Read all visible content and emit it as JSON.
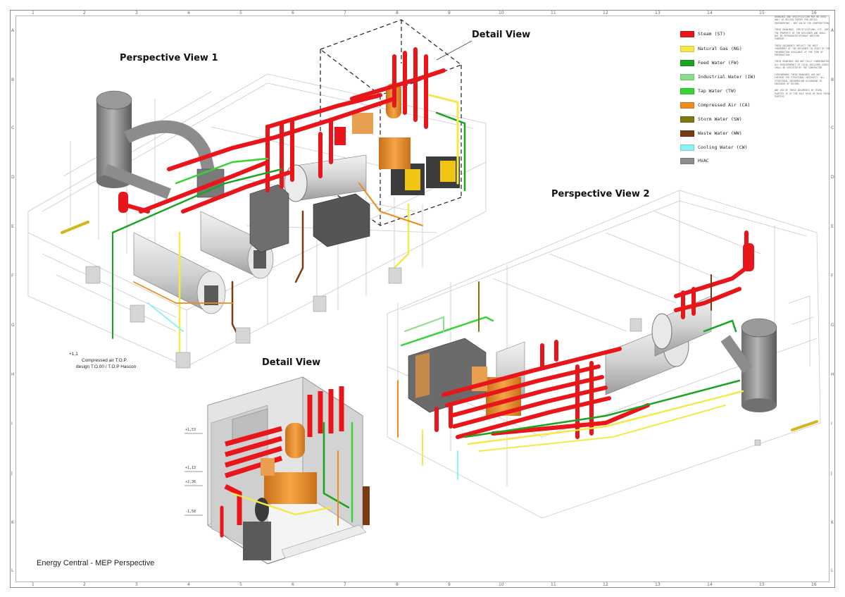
{
  "sheet": {
    "project_title": "Energy Central - MEP Perspective",
    "grid_columns": [
      "1",
      "2",
      "3",
      "4",
      "5",
      "6",
      "7",
      "8",
      "9",
      "10",
      "11",
      "12",
      "13",
      "14",
      "15",
      "16"
    ],
    "grid_rows": [
      "A",
      "B",
      "C",
      "D",
      "E",
      "F",
      "G",
      "H",
      "I",
      "J",
      "K",
      "L"
    ]
  },
  "views": {
    "perspective_1": "Perspective View 1",
    "perspective_2": "Perspective View 2",
    "detail_top": "Detail View",
    "detail_bottom": "Detail View"
  },
  "legend": {
    "items": [
      {
        "label": "Steam (ST)",
        "color": "#e8161b"
      },
      {
        "label": "Natural Gas (NG)",
        "color": "#f5e84a"
      },
      {
        "label": "Feed Water (FW)",
        "color": "#1aa51f"
      },
      {
        "label": "Industrial Water (IW)",
        "color": "#8ae08a"
      },
      {
        "label": "Tap Water (TW)",
        "color": "#37d437"
      },
      {
        "label": "Compressed Air (CA)",
        "color": "#f08a1e"
      },
      {
        "label": "Storm Water (SW)",
        "color": "#7e7a12"
      },
      {
        "label": "Waste Water (WW)",
        "color": "#7a3a12"
      },
      {
        "label": "Cooling Water (CW)",
        "color": "#8ef2f2"
      },
      {
        "label": "HVAC",
        "color": "#8c8c8c"
      }
    ]
  },
  "callout": {
    "elevation": "+1,1",
    "line1": "Compressed air T.O.P.",
    "line2": "design T.O.00 / T.O.P Hascon"
  },
  "elevations": [
    "+1,53",
    "+1,13",
    "+2,36",
    "-1,58"
  ],
  "notes": [
    "DRAWINGS AND SPECIFICATION MAY BE USED ONLY AS DESIGN INTENT FOR DETAIL ENGINEERING - NOT VALID FOR CONSTRUCTION.",
    "THESE DRAWINGS, SPECIFICATIONS, ETC. ARE THE PROPERTY OF THE DESIGNER AND SHALL NOT BE REPRODUCED WITHOUT WRITTEN CONSENT.",
    "THESE DOCUMENTS REFLECT THE BEST JUDGEMENT OF THE DESIGNER IN LIGHT OF THE INFORMATION AVAILABLE AT THE TIME OF PREPARATION.",
    "THESE DRAWINGS ARE NOT FULLY COORDINATED. ALL REQUIREMENTS OF LOCAL BUILDING CODES SHALL BE VERIFIED BY THE CONTRACTOR.",
    "FURTHERMORE THESE DRAWINGS ARE NOT CHECKED FOR STRUCTURAL INTEGRITY. ALL STRUCTURAL INFORMATION ACCORDING TO ENGINEER OF RECORD.",
    "ANY USE OF THESE DOCUMENTS BY THIRD PARTIES IS AT THE SOLE RISK OF SUCH THIRD PARTIES."
  ]
}
